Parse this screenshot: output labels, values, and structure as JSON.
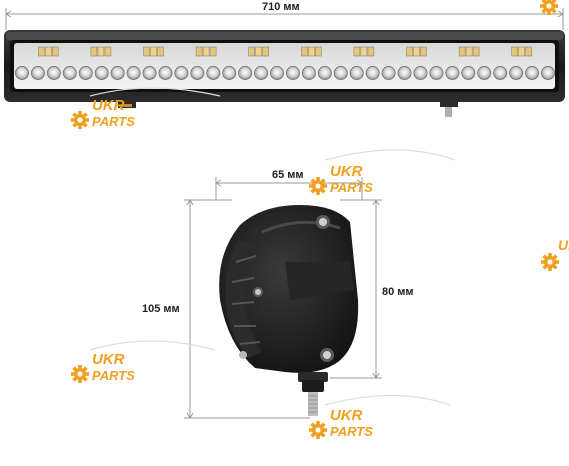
{
  "dimensions": {
    "bar_length": "710 мм",
    "side_width": "65 мм",
    "side_height": "80 мм",
    "total_height": "105 мм"
  },
  "watermark": {
    "line1": "UKR",
    "line2": "PARTS",
    "icon": "gear-icon",
    "color": "#f0a020"
  },
  "colors": {
    "housing": "#1e1e1e",
    "lens": "#e8e8e8",
    "dimension_line": "#9a9a9a"
  }
}
